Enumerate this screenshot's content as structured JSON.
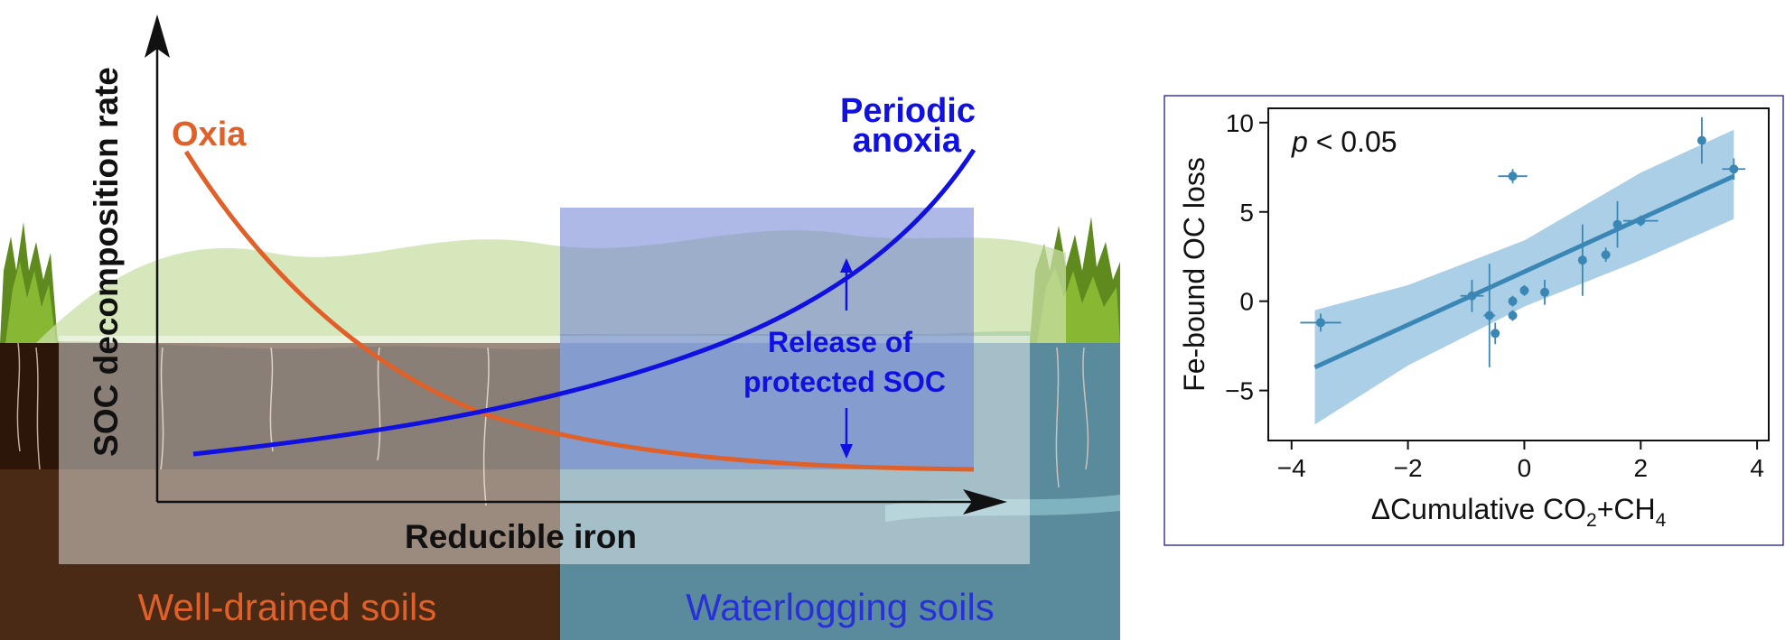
{
  "concept_panel": {
    "y_axis_label": "SOC decomposition rate",
    "x_axis_label": "Reducible iron",
    "curve_oxia_label": "Oxia",
    "curve_anoxia_label_line1": "Periodic",
    "curve_anoxia_label_line2": "anoxia",
    "release_label_line1": "Release of",
    "release_label_line2": "protected SOC",
    "soil_left_label": "Well-drained soils",
    "soil_right_label": "Waterlogging soils"
  },
  "colors": {
    "oxia": "#e0602a",
    "anoxia": "#1010e0",
    "soil_dark": "#4a2a14",
    "water": "#5f8fa0",
    "scatter": "#3a87b6",
    "band": "#8fbfdd"
  },
  "chart_data": {
    "type": "scatter",
    "annotation_p": "p",
    "annotation_rest": " < 0.05",
    "xlabel_prefix": "ΔCumulative CO",
    "xlabel_sub1": "2",
    "xlabel_mid": "+CH",
    "xlabel_sub2": "4",
    "ylabel": "Fe-bound OC loss",
    "xlim": [
      -4.4,
      4.2
    ],
    "ylim": [
      -7.8,
      10.8
    ],
    "xticks": [
      -4,
      -2,
      0,
      2,
      4
    ],
    "yticks": [
      -5,
      0,
      5,
      10
    ],
    "xtick_labels": [
      "−4",
      "−2",
      "0",
      "2",
      "4"
    ],
    "ytick_labels": [
      "−5",
      "0",
      "5",
      "10"
    ],
    "points": [
      {
        "x": -3.5,
        "y": -1.2,
        "xerr": 0.35,
        "yerr": 0.5
      },
      {
        "x": -0.2,
        "y": 7.0,
        "xerr": 0.25,
        "yerr": 0.4
      },
      {
        "x": -0.9,
        "y": 0.3,
        "xerr": 0.2,
        "yerr": 0.9
      },
      {
        "x": -0.6,
        "y": -0.8,
        "xerr": 0.1,
        "yerr": 2.9
      },
      {
        "x": -0.5,
        "y": -1.8,
        "xerr": 0.05,
        "yerr": 0.6
      },
      {
        "x": -0.2,
        "y": -0.8,
        "xerr": 0.05,
        "yerr": 0.3
      },
      {
        "x": -0.2,
        "y": 0.0,
        "xerr": 0.05,
        "yerr": 0.3
      },
      {
        "x": 0.0,
        "y": 0.6,
        "xerr": 0.05,
        "yerr": 0.3
      },
      {
        "x": 0.35,
        "y": 0.5,
        "xerr": 0.05,
        "yerr": 0.7
      },
      {
        "x": 1.0,
        "y": 2.3,
        "xerr": 0.05,
        "yerr": 2.0
      },
      {
        "x": 1.4,
        "y": 2.6,
        "xerr": 0.05,
        "yerr": 0.4
      },
      {
        "x": 1.6,
        "y": 4.3,
        "xerr": 0.05,
        "yerr": 1.3
      },
      {
        "x": 2.0,
        "y": 4.5,
        "xerr": 0.3,
        "yerr": 0.3
      },
      {
        "x": 3.05,
        "y": 9.0,
        "xerr": 0.05,
        "yerr": 1.3
      },
      {
        "x": 3.6,
        "y": 7.4,
        "xerr": 0.2,
        "yerr": 0.6
      }
    ],
    "fit_line": {
      "x": [
        -3.6,
        3.6
      ],
      "y": [
        -3.7,
        7.0
      ]
    },
    "confidence_band": {
      "x": [
        -3.6,
        -2.0,
        0.0,
        2.0,
        3.6
      ],
      "lower": [
        -6.9,
        -3.6,
        -0.3,
        2.3,
        4.6
      ],
      "upper": [
        -0.5,
        0.9,
        3.4,
        7.2,
        9.6
      ]
    }
  }
}
